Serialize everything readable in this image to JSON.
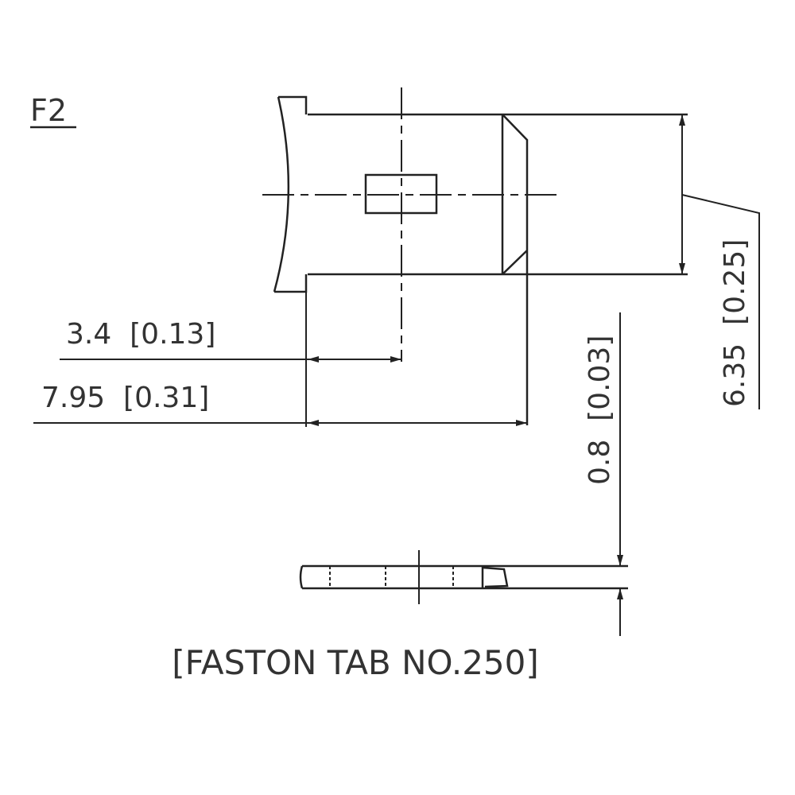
{
  "label": "F2",
  "dimensions": {
    "d1": "3.4  [0.13]",
    "d2": "7.95  [0.31]",
    "d3": "6.35  [0.25]",
    "d4": "0.8  [0.03]"
  },
  "caption": "[FASTON TAB NO.250]"
}
